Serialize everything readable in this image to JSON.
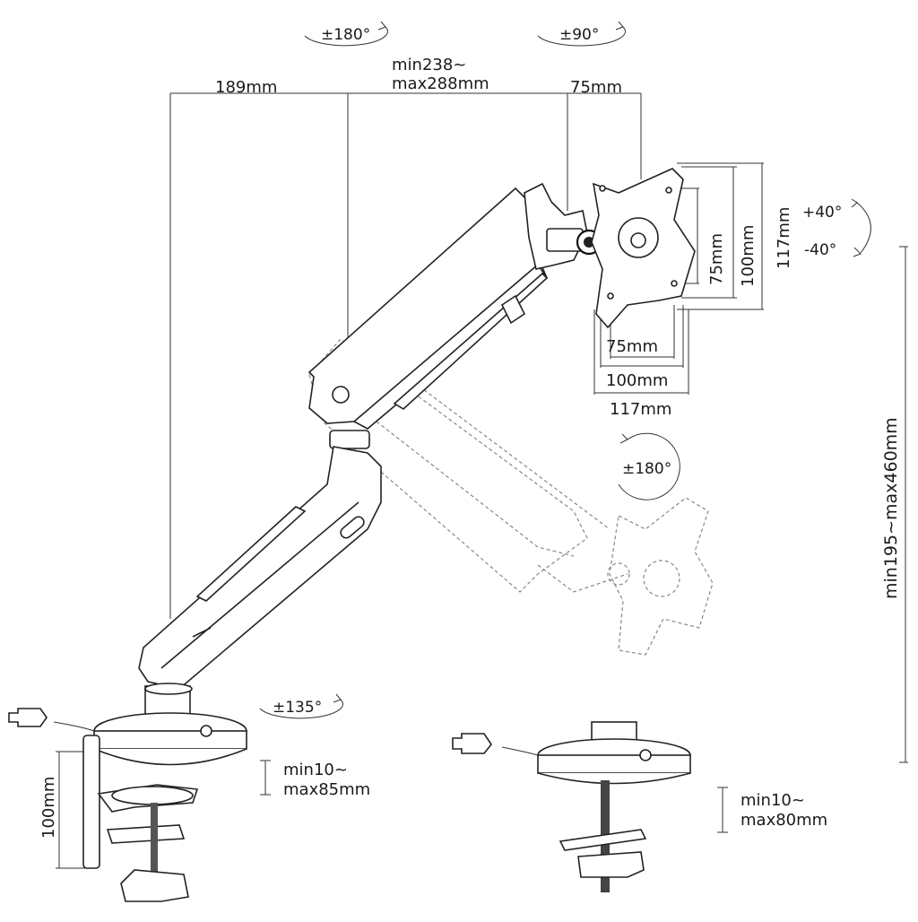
{
  "rotations": {
    "arm_top": "±180°",
    "head_swivel": "±90°",
    "plate_rotate": "±180°",
    "base_rotate": "±135°",
    "tilt_up": "+40°",
    "tilt_down": "-40°"
  },
  "dimensions": {
    "base_to_joint": "189mm",
    "arm_range_line1": "min238~",
    "arm_range_line2": "max288mm",
    "head_offset": "75mm",
    "vesa_h_75": "75mm",
    "vesa_h_100": "100mm",
    "vesa_h_117": "117mm",
    "vesa_w_75": "75mm",
    "vesa_w_100": "100mm",
    "vesa_w_117": "117mm",
    "height_range": "min195~max460mm",
    "clamp_height": "100mm",
    "clamp_range_line1": "min10~",
    "clamp_range_line2": "max85mm",
    "grommet_range_line1": "min10~",
    "grommet_range_line2": "max80mm"
  }
}
